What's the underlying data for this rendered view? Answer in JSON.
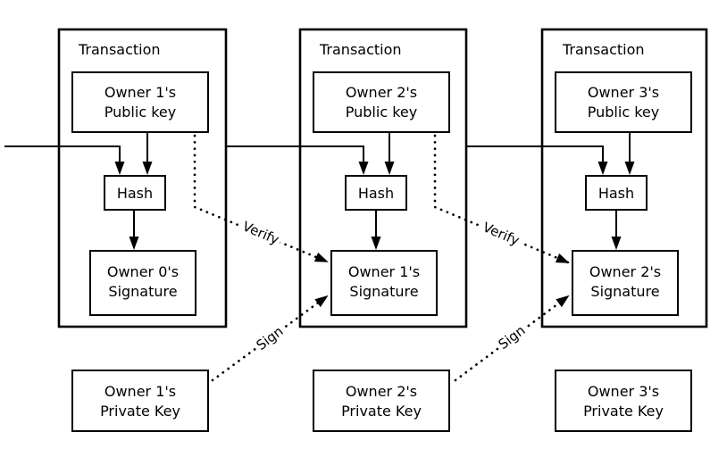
{
  "colors": {
    "background": "#ffffff",
    "line": "#000000"
  },
  "labels": {
    "verify": "Verify",
    "sign": "Sign"
  },
  "transactions": [
    {
      "title": "Transaction",
      "public_key_line1": "Owner 1's",
      "public_key_line2": "Public key",
      "hash": "Hash",
      "signature_line1": "Owner 0's",
      "signature_line2": "Signature"
    },
    {
      "title": "Transaction",
      "public_key_line1": "Owner 2's",
      "public_key_line2": "Public key",
      "hash": "Hash",
      "signature_line1": "Owner 1's",
      "signature_line2": "Signature"
    },
    {
      "title": "Transaction",
      "public_key_line1": "Owner 3's",
      "public_key_line2": "Public key",
      "hash": "Hash",
      "signature_line1": "Owner 2's",
      "signature_line2": "Signature"
    }
  ],
  "private_keys": [
    {
      "line1": "Owner 1's",
      "line2": "Private Key"
    },
    {
      "line1": "Owner 2's",
      "line2": "Private Key"
    },
    {
      "line1": "Owner 3's",
      "line2": "Private Key"
    }
  ]
}
